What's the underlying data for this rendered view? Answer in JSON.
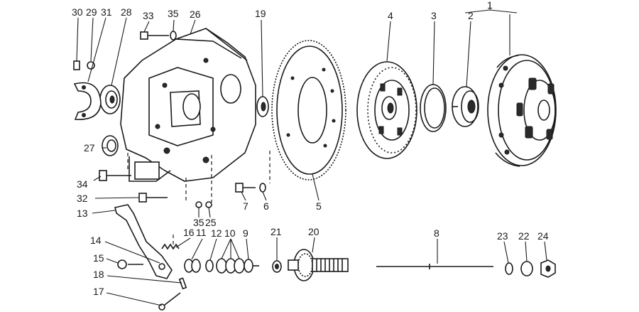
{
  "callouts": [
    "30",
    "29",
    "31",
    "28",
    "33",
    "35",
    "26",
    "19",
    "4",
    "3",
    "2",
    "1",
    "27",
    "34",
    "32",
    "13",
    "35",
    "25",
    "7",
    "6",
    "5",
    "16",
    "11",
    "12",
    "10",
    "9",
    "21",
    "20",
    "8",
    "23",
    "22",
    "24",
    "14",
    "15",
    "18",
    "17"
  ],
  "colors": {
    "ink": "#1a1a1a",
    "paper": "#ffffff"
  }
}
